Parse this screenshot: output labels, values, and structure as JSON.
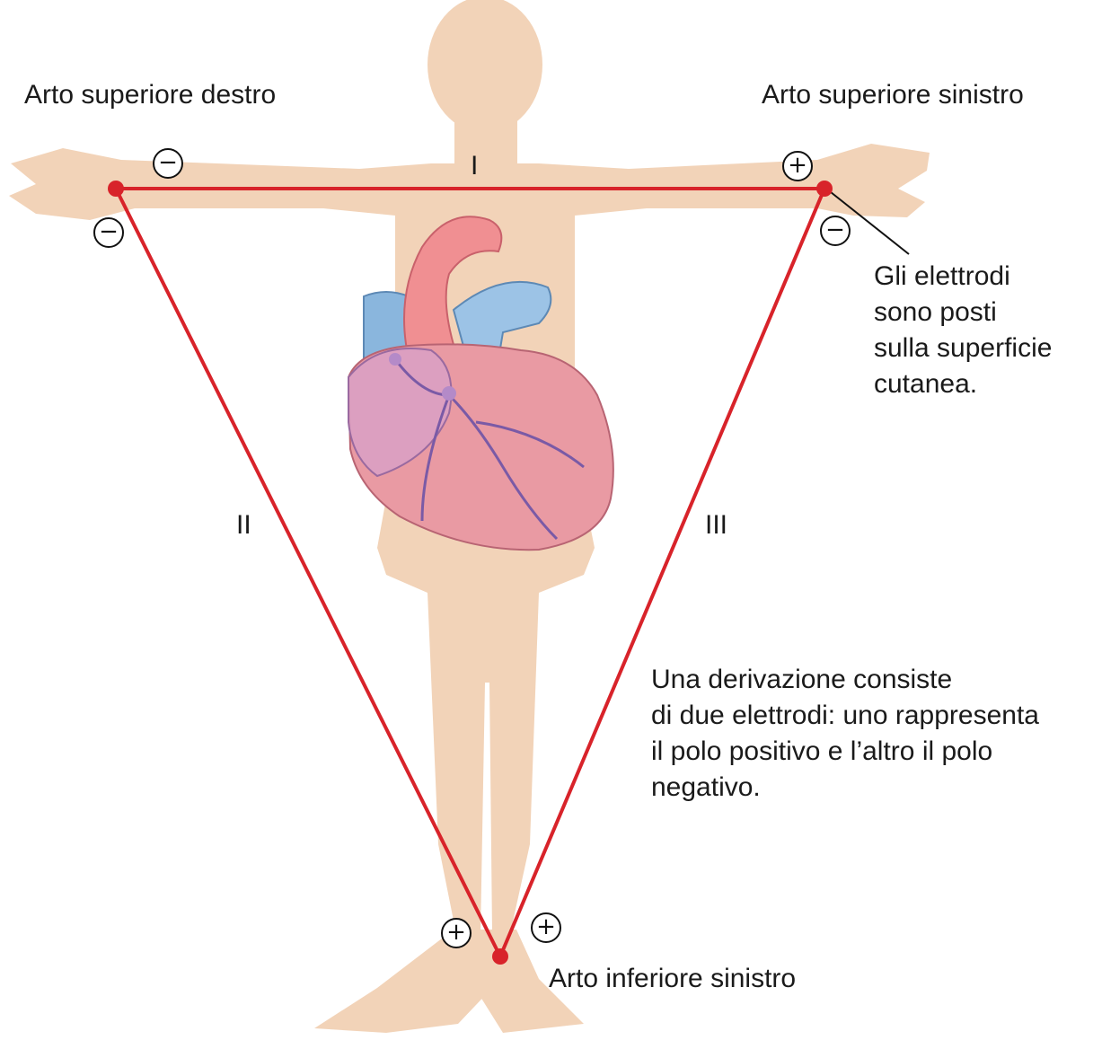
{
  "labels": {
    "right_arm": "Arto superiore destro",
    "left_arm": "Arto superiore sinistro",
    "left_leg": "Arto inferiore sinistro",
    "electrode_note": [
      "Gli elettrodi",
      "sono posti",
      "sulla superficie",
      "cutanea."
    ],
    "lead_note": [
      "Una derivazione consiste",
      "di due elettrodi: uno rappresenta",
      "il polo positivo e l’altro il polo",
      "negativo."
    ]
  },
  "leads": {
    "lead_1": "I",
    "lead_2": "II",
    "lead_3": "III"
  },
  "polarity": {
    "positive": "+",
    "negative": "−"
  },
  "colors": {
    "triangle": "#d8232a",
    "skin": "#f2d3b8",
    "heart": "#e99aa3",
    "aorta": "#f08f92",
    "veins": "#8ab6dd"
  }
}
